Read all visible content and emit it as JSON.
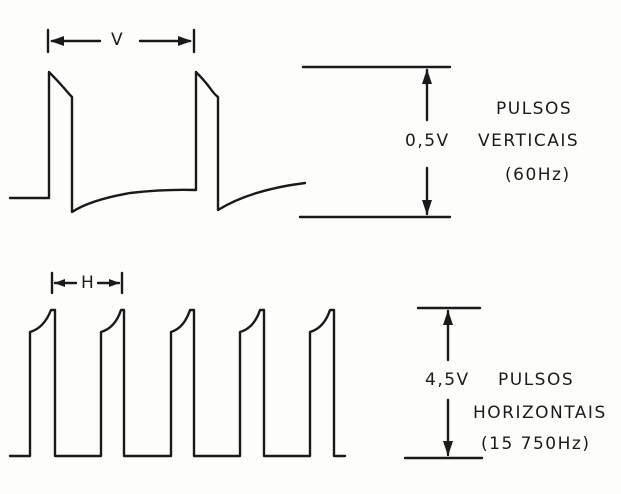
{
  "vertical": {
    "period_label": "V",
    "amplitude_label": "0,5V",
    "title_line1": "PULSOS",
    "title_line2": "VERTICAIS",
    "frequency_label": "(60Hz)"
  },
  "horizontal": {
    "period_label": "H",
    "amplitude_label": "4,5V",
    "title_line1": "PULSOS",
    "title_line2": "HORIZONTAIS",
    "frequency_label": "(15 750Hz)"
  },
  "colors": {
    "ink": "#1a1a1a",
    "paper": "#fdfdfb"
  }
}
